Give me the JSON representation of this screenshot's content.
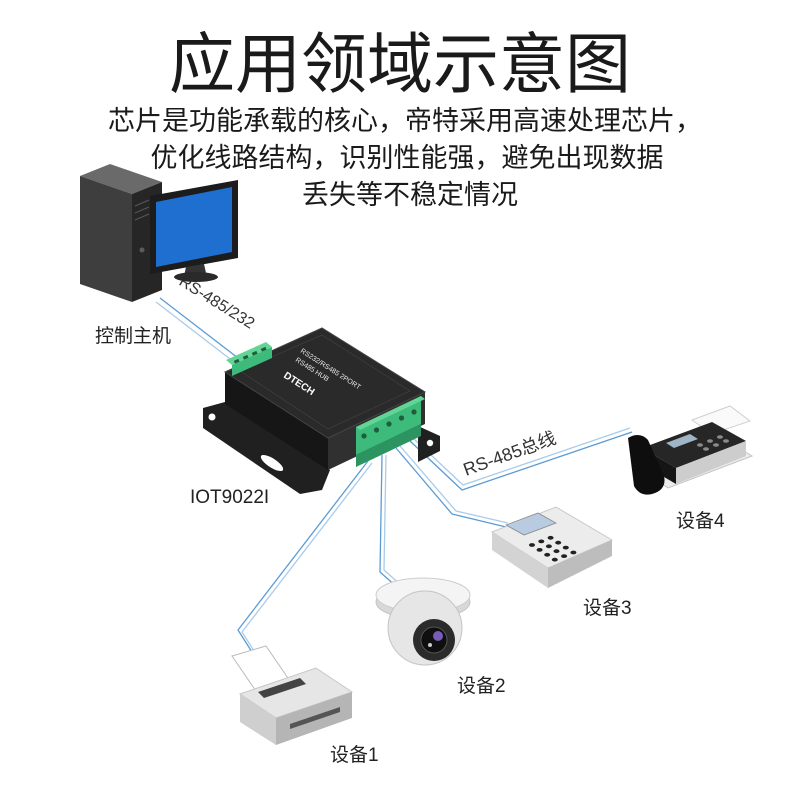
{
  "title": "应用领域示意图",
  "description": [
    "芯片是功能承载的核心，帝特采用高速处理芯片，",
    "优化线路结构，识别性能强，避免出现数据",
    "丢失等不稳定情况"
  ],
  "host": {
    "label": "控制主机",
    "icon": "desktop-computer-icon",
    "link_label": "RS-485/232"
  },
  "hub": {
    "model": "IOT9022I",
    "icon": "rs485-hub-icon",
    "logo": "DTECH",
    "panel_text": [
      "RS232/RS485 2PORT",
      "RS485 HUB"
    ]
  },
  "bus": {
    "label": "RS-485总线"
  },
  "devices": [
    {
      "label": "设备1",
      "icon": "printer-icon"
    },
    {
      "label": "设备2",
      "icon": "dome-camera-icon"
    },
    {
      "label": "设备3",
      "icon": "card-terminal-icon"
    },
    {
      "label": "设备4",
      "icon": "fax-machine-icon"
    }
  ],
  "colors": {
    "background": "#ffffff",
    "text": "#1a1a1a",
    "line": "#5b9bd5",
    "line_light": "#a9cbea",
    "terminal": "#3dbb7a",
    "screen": "#1f6fd1"
  }
}
